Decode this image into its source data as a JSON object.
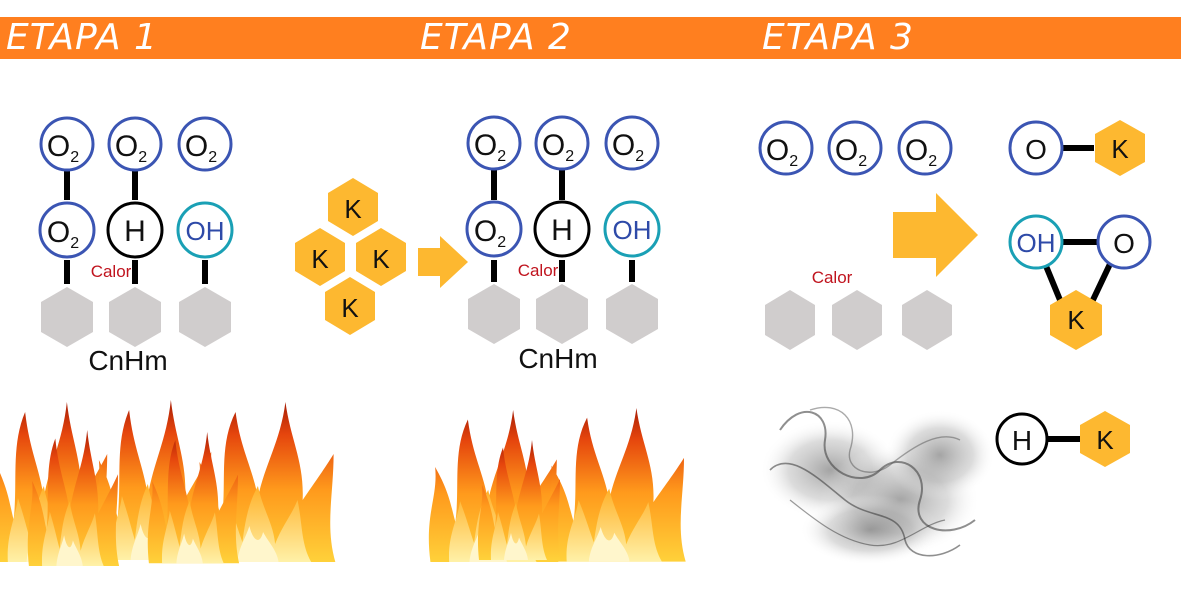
{
  "header": {
    "stage1_title": "ETAPA 1",
    "stage2_title": "ETAPA 2",
    "stage3_title": "ETAPA 3"
  },
  "molecules": {
    "o2": "O",
    "o2_sub": "2",
    "h": "H",
    "oh": "OH",
    "o": "O",
    "k": "K"
  },
  "labels": {
    "heat": "Calor",
    "hydrocarbon": "CnHm"
  },
  "colors": {
    "banner": "#ff7f1f",
    "o2_ring": "#3b55b3",
    "oh_ring": "#1aa0b5",
    "black_ring": "#000000",
    "potassium": "#fdb830",
    "hexagon_gray": "#d0cdcd",
    "heat_text": "#c0141e",
    "arrow": "#fdb830"
  }
}
